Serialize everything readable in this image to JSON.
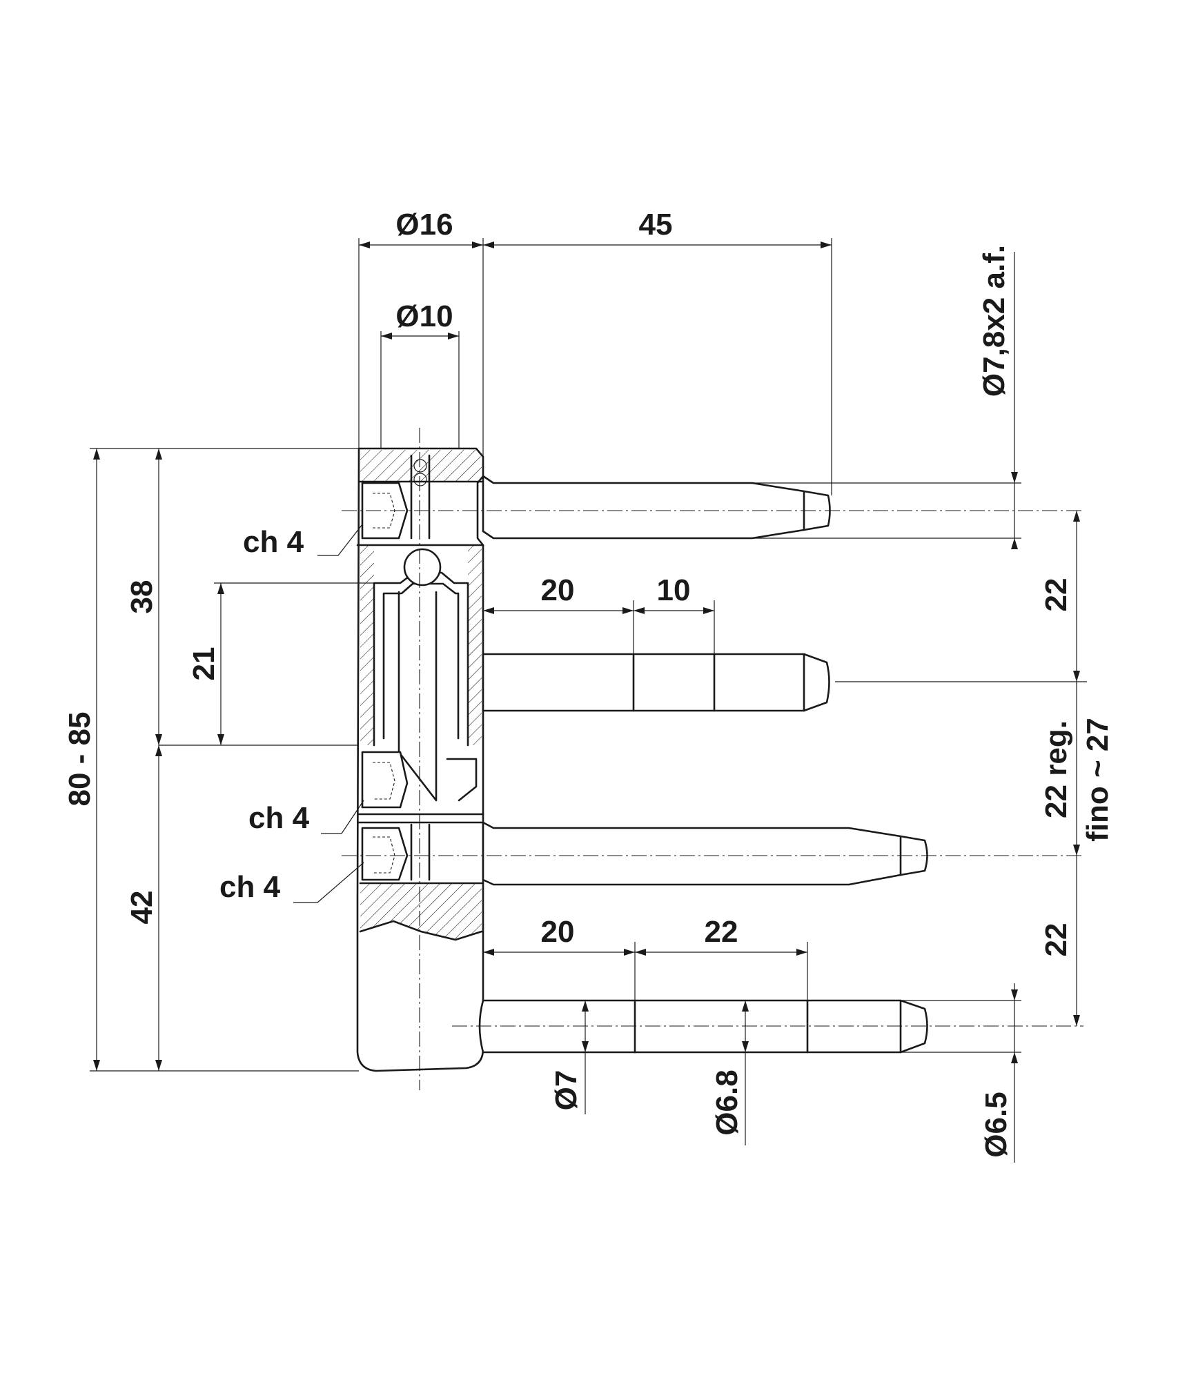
{
  "dimensions": {
    "body_diameter": "Ø16",
    "bore_diameter": "Ø10",
    "pin_length": "45",
    "top_pin_diameter": "Ø7,8x2 a.f.",
    "seg_a": "20",
    "seg_b": "10",
    "seg_c": "20",
    "seg_d": "22",
    "pitch_top": "22",
    "pitch_bottom": "22",
    "adjust_line1": "22 reg.",
    "adjust_line2": "fino ~ 27",
    "upper_height": "38",
    "inner_height": "21",
    "lower_height": "42",
    "total_height": "80 - 85",
    "bottom_pin_d1": "Ø7",
    "bottom_pin_d2": "Ø6.8",
    "bottom_pin_d3": "Ø6.5",
    "hex_key_1": "ch 4",
    "hex_key_2": "ch 4",
    "hex_key_3": "ch 4"
  }
}
